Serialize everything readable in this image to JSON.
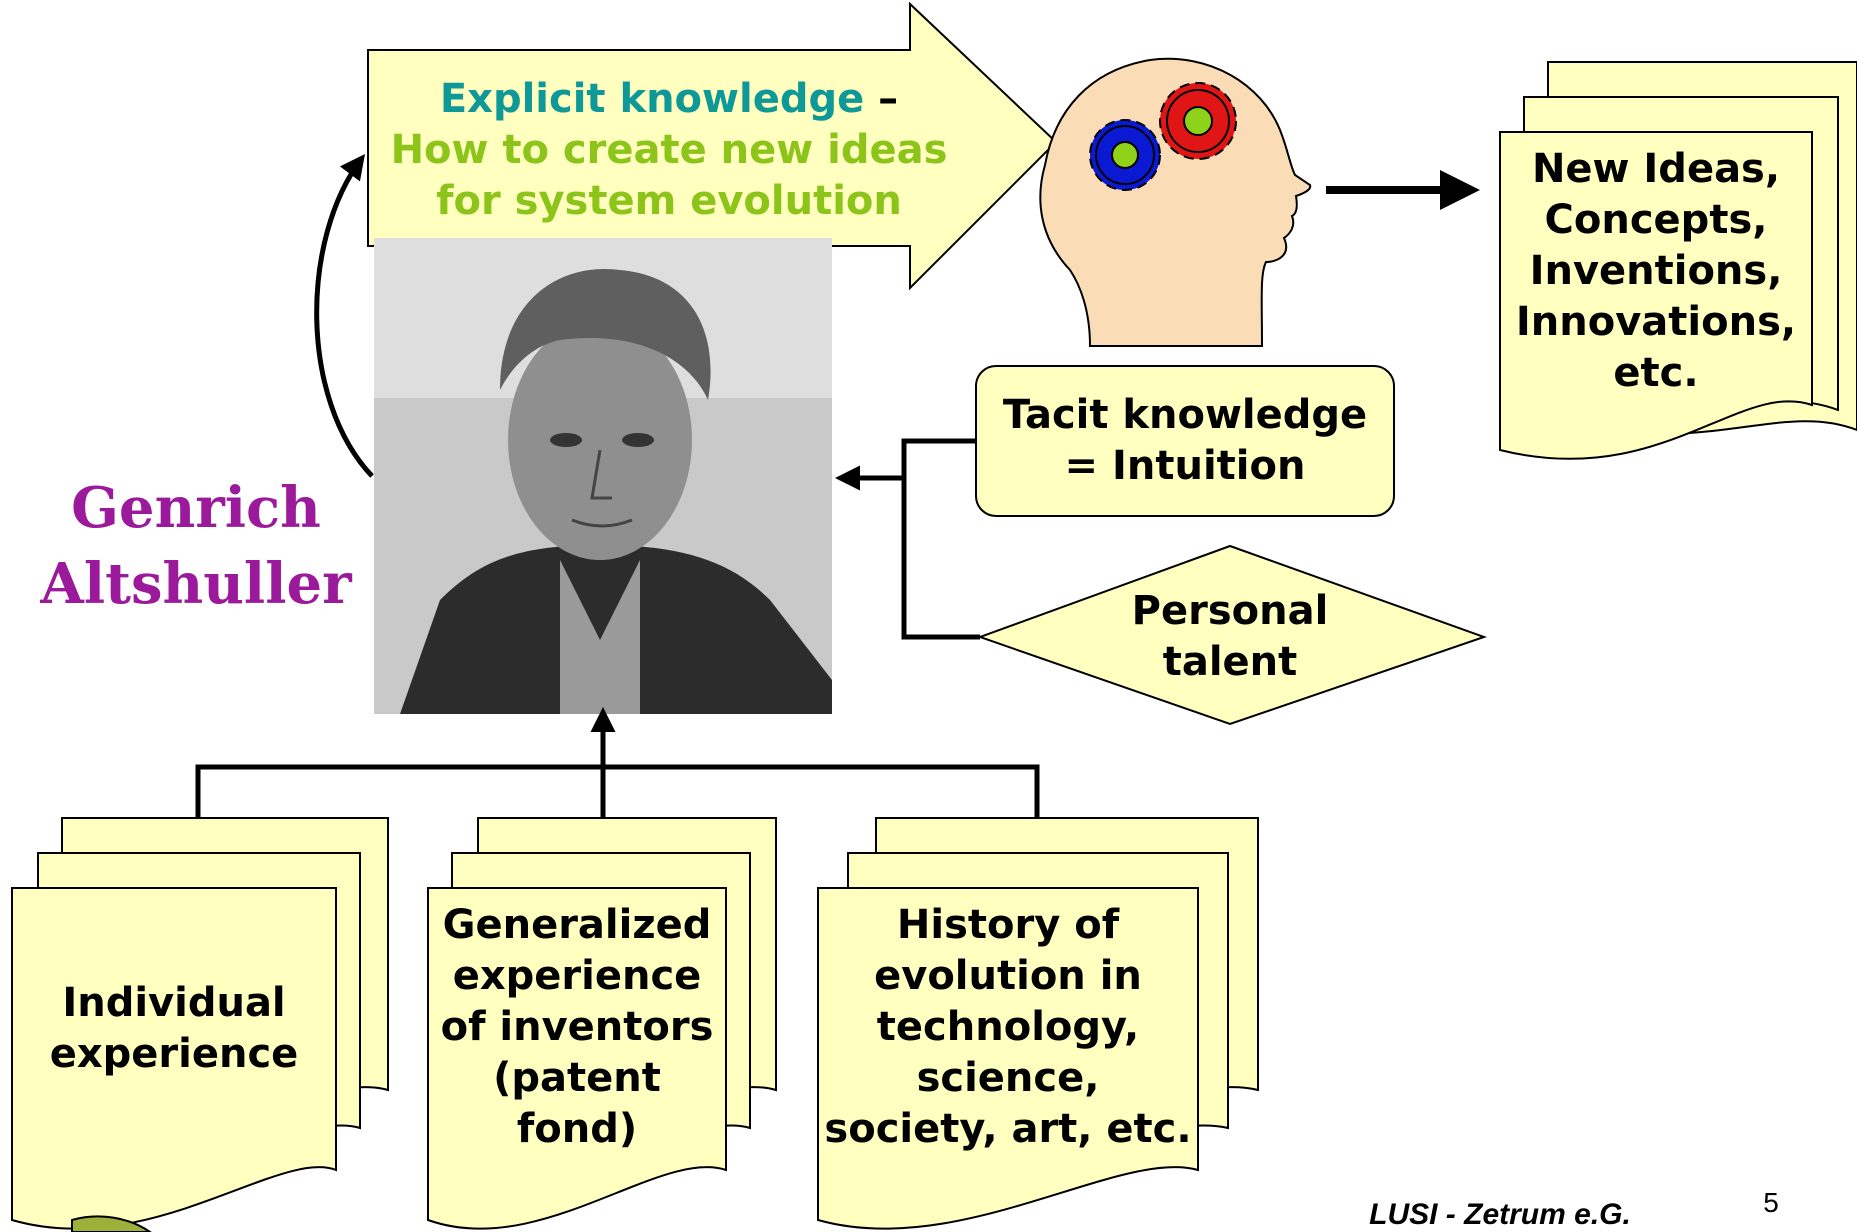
{
  "explicit": {
    "term": "Explicit  knowledge",
    "dash": " –",
    "line2": "How to create new ideas",
    "line3": "for system evolution"
  },
  "outputs": {
    "lines": [
      "New Ideas,",
      "Concepts,",
      "Inventions,",
      "Innovations,",
      "etc."
    ]
  },
  "person": {
    "first": "Genrich",
    "last": "Altshuller"
  },
  "tacit": {
    "line1": "Tacit knowledge",
    "line2": "= Intuition"
  },
  "talent": {
    "line1": "Personal",
    "line2": "talent"
  },
  "sources": {
    "individual": [
      "Individual",
      "experience"
    ],
    "generalized": [
      "Generalized",
      "experience",
      "of inventors",
      "(patent",
      "fond)"
    ],
    "history": [
      "History of",
      "evolution in",
      "technology,",
      "science,",
      "society, art, etc."
    ]
  },
  "footer": {
    "org": "LUSI - Zetrum e.G.",
    "page": "5"
  },
  "colors": {
    "box_fill": "#ffffc0",
    "term_color": "#0e9898",
    "subtext_color": "#8cc41a",
    "name_color": "#9b1a9b",
    "head_fill": "#fadcb6",
    "gear_blue": "#0a1ad2",
    "gear_red": "#e01616",
    "gear_center": "#8ed21a"
  }
}
